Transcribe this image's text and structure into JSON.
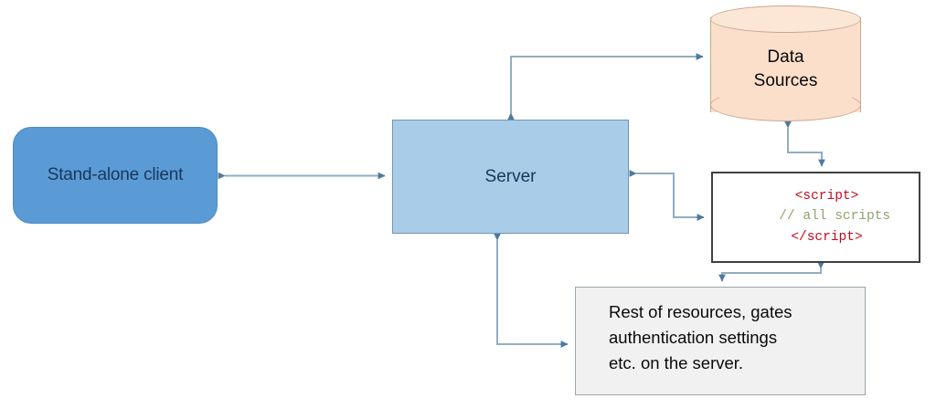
{
  "diagram": {
    "title": "Stand-alone client / Server architecture diagram",
    "accent_blue": "#5B9BD5",
    "server_blue": "#A9CCE8",
    "cylinder_peach": "#FBDFCB",
    "connector_color": "#5E86A6",
    "code_tag_color": "#C00D1E",
    "code_comment_color": "#8FA36B"
  },
  "nodes": {
    "client": {
      "label": "Stand-alone client",
      "shape": "rounded-rectangle"
    },
    "server": {
      "label": "Server",
      "shape": "rectangle"
    },
    "data_sources": {
      "label_line1": "Data",
      "label_line2": "Sources",
      "shape": "cylinder"
    },
    "scripts": {
      "line1": "<script>",
      "line2": "  // all scripts",
      "line3": "</script>",
      "shape": "rectangle"
    },
    "resources": {
      "line1": "Rest of resources, gates",
      "line2": "authentication settings",
      "line3": "etc. on the server.",
      "shape": "rectangle"
    }
  },
  "connectors": [
    {
      "name": "client-server",
      "from": "client",
      "to": "server",
      "style": "double-arrow-straight"
    },
    {
      "name": "server-data-sources",
      "from": "server",
      "to": "data_sources",
      "style": "double-arrow-elbow"
    },
    {
      "name": "server-scripts",
      "from": "server",
      "to": "scripts",
      "style": "double-arrow-elbow"
    },
    {
      "name": "scripts-data-sources",
      "from": "scripts",
      "to": "data_sources",
      "style": "double-arrow-elbow"
    },
    {
      "name": "scripts-resources",
      "from": "scripts",
      "to": "resources",
      "style": "double-arrow-elbow"
    },
    {
      "name": "server-resources",
      "from": "server",
      "to": "resources",
      "style": "double-arrow-elbow"
    }
  ]
}
